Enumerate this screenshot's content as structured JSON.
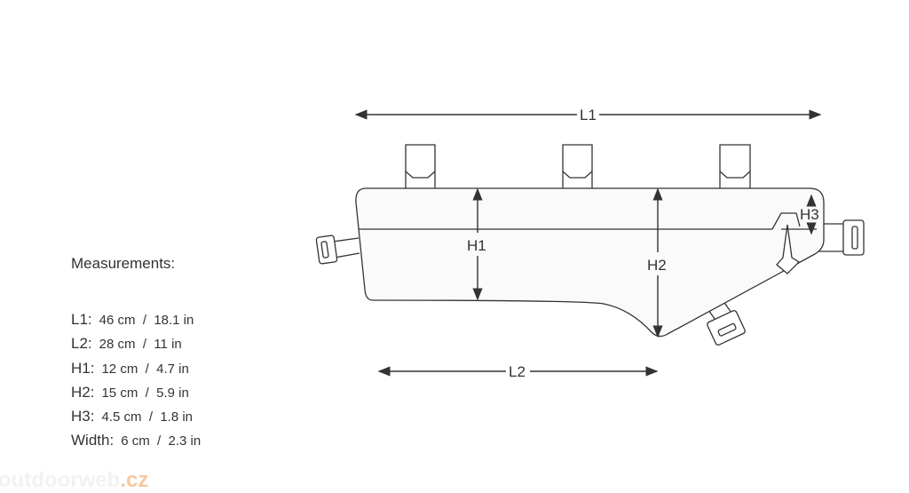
{
  "diagram": {
    "labels": {
      "l1": "L1",
      "l2": "L2",
      "h1": "H1",
      "h2": "H2",
      "h3": "H3"
    }
  },
  "measurements": {
    "heading": "Measurements:",
    "rows": [
      {
        "key": "L1:",
        "value": "46 cm  /  18.1 in"
      },
      {
        "key": "L2:",
        "value": "28 cm  /  11 in"
      },
      {
        "key": "H1:",
        "value": "12 cm  /  4.7 in"
      },
      {
        "key": "H2:",
        "value": "15 cm  /  5.9 in"
      },
      {
        "key": "H3:",
        "value": "4.5 cm  /  1.8 in"
      },
      {
        "key": "Width:",
        "value": "6 cm  /  2.3 in"
      }
    ]
  },
  "watermark": {
    "text": "outdoorweb",
    "tld": ".cz"
  }
}
